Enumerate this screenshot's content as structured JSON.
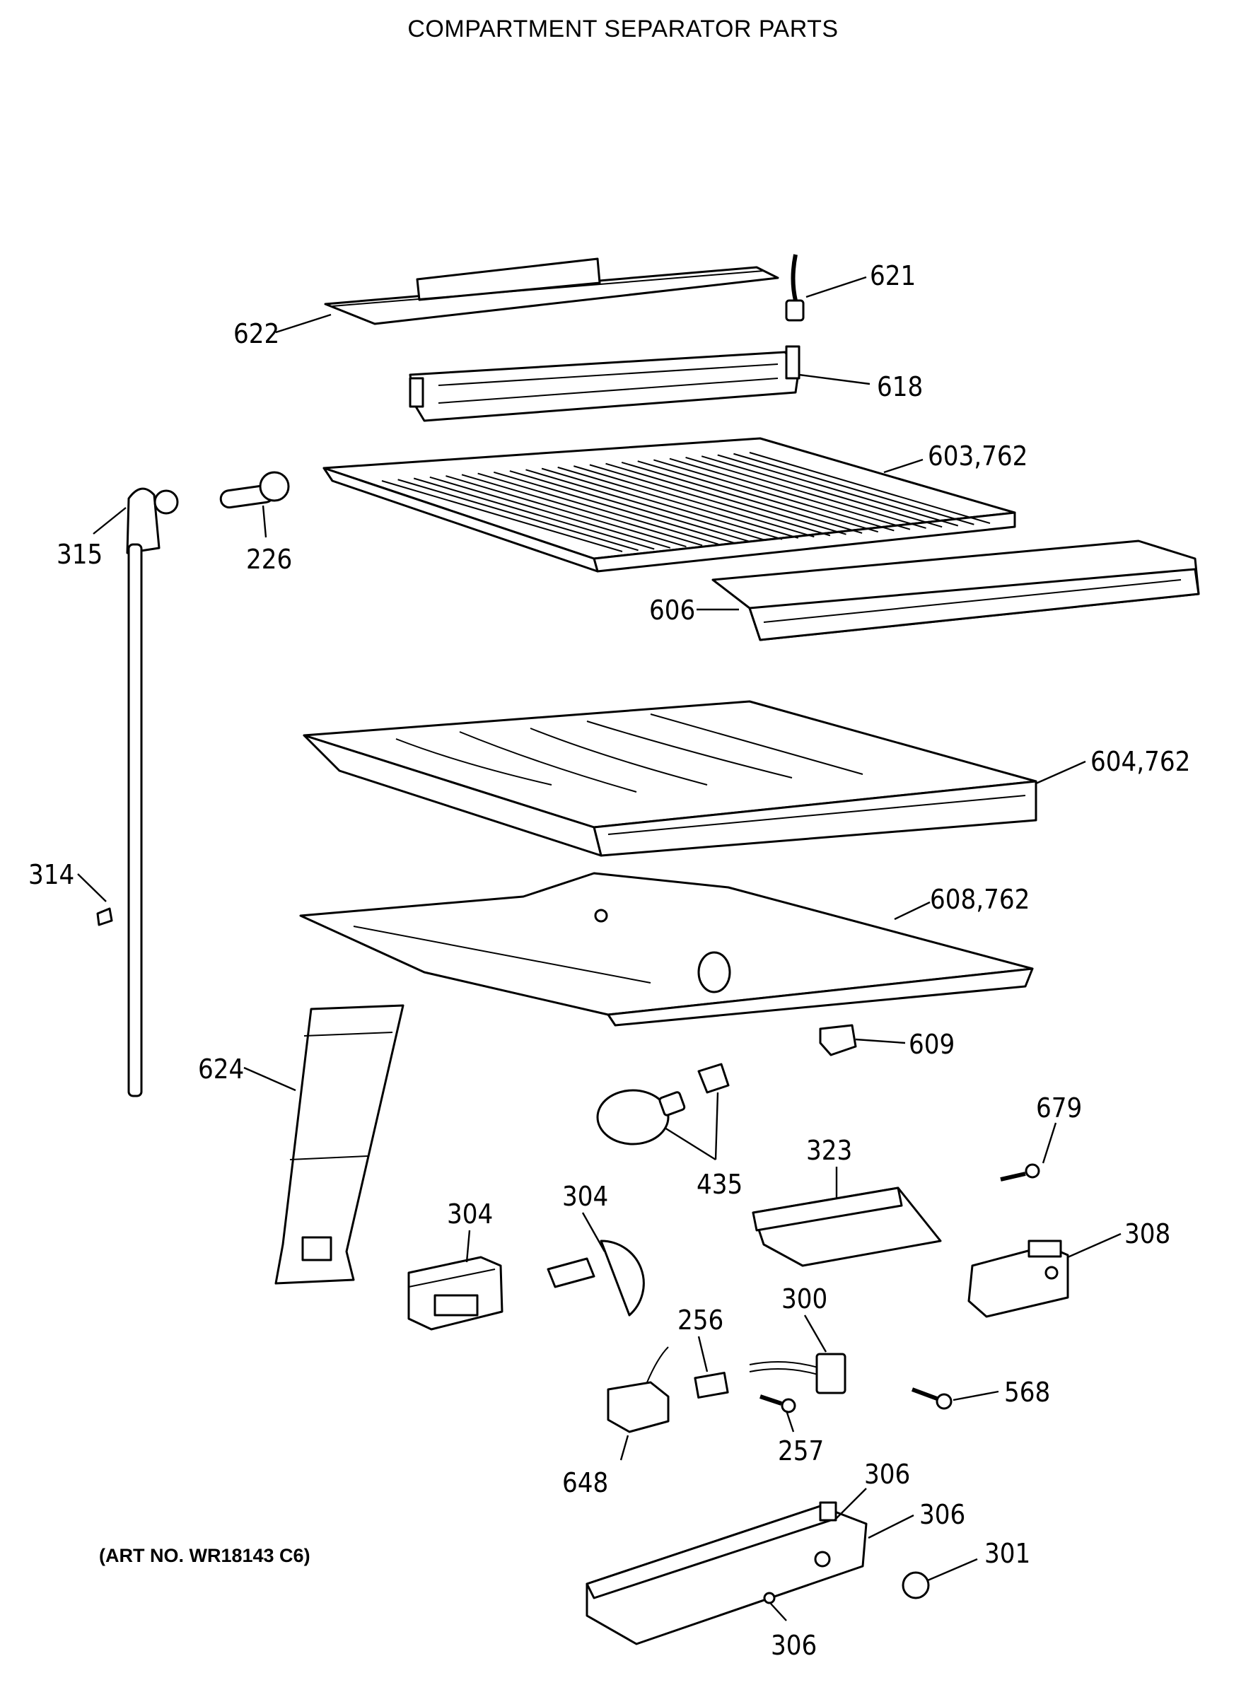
{
  "title": "COMPARTMENT SEPARATOR PARTS",
  "art_number": "(ART NO. WR18143 C6)",
  "parts": {
    "p621": "621",
    "p622": "622",
    "p618": "618",
    "p603": "603,762",
    "p315": "315",
    "p226": "226",
    "p606": "606",
    "p604": "604,762",
    "p314": "314",
    "p608": "608,762",
    "p609": "609",
    "p624": "624",
    "p679": "679",
    "p435": "435",
    "p323": "323",
    "p304a": "304",
    "p304b": "304",
    "p308": "308",
    "p256": "256",
    "p300": "300",
    "p568": "568",
    "p257": "257",
    "p648": "648",
    "p306a": "306",
    "p306b": "306",
    "p306c": "306",
    "p301": "301"
  }
}
